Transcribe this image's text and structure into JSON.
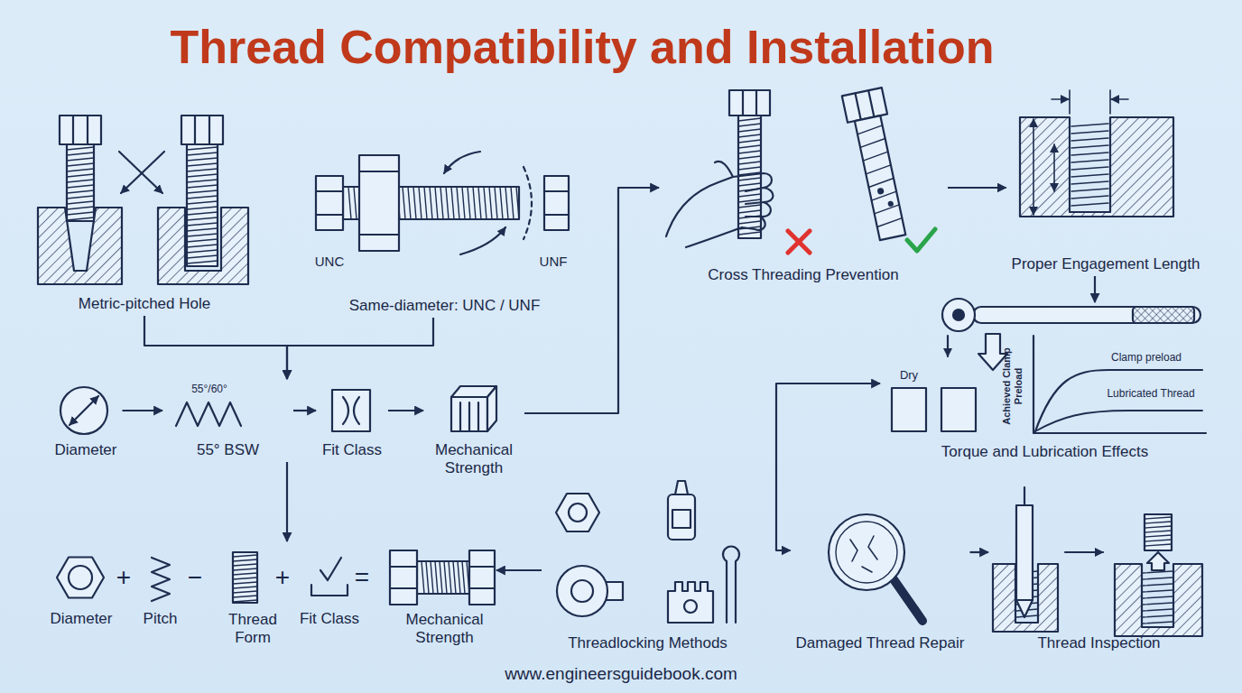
{
  "diagram": {
    "title": "Thread Compatibility and Installation",
    "caption": "www.engineersguidebook.com",
    "nodes": [
      {
        "text": [
          "Metric-pitched Hole"
        ]
      },
      {
        "text": [
          "Same-diameter: UNC / UNF"
        ]
      },
      {
        "text": [
          "Diameter"
        ]
      },
      {
        "text": [
          "55° BSW"
        ]
      },
      {
        "text": [
          "Fit Class"
        ]
      },
      {
        "text": [
          "Mechanical Strength"
        ]
      },
      {
        "text": [
          "Cross Threading Prevention"
        ]
      },
      {
        "text": [
          "Proper Engagement Length"
        ]
      },
      {
        "text": [
          "Torque and Lubrication Effects"
        ]
      },
      {
        "text": [
          "Diameter"
        ]
      },
      {
        "text": [
          "Pitch"
        ]
      },
      {
        "text": [
          "Thread Form"
        ]
      },
      {
        "text": [
          "Fit Class"
        ]
      },
      {
        "text": [
          "Mechanical Strength"
        ]
      },
      {
        "text": [
          "Threadlocking Methods"
        ]
      },
      {
        "text": [
          "Damaged Thread Repair"
        ]
      },
      {
        "text": [
          "Thread Inspection"
        ]
      }
    ],
    "edges": [
      {
        "from": 0,
        "to": 3,
        "arrow": "to"
      },
      {
        "from": 1,
        "to": 3,
        "arrow": "to"
      },
      {
        "from": 2,
        "to": 3,
        "arrow": "to"
      },
      {
        "from": 3,
        "to": 4,
        "arrow": "to"
      },
      {
        "from": 4,
        "to": 5,
        "arrow": "to"
      },
      {
        "from": 5,
        "to": 6,
        "arrow": "to"
      },
      {
        "from": 6,
        "to": 7,
        "arrow": "to"
      },
      {
        "from": 7,
        "to": 8,
        "arrow": "to"
      },
      {
        "from": 3,
        "to": 11,
        "arrow": "to"
      },
      {
        "from": 14,
        "to": 13,
        "arrow": "to"
      },
      {
        "from": 15,
        "to": 8,
        "arrow": "both"
      },
      {
        "from": 15,
        "to": 16,
        "arrow": "to"
      }
    ],
    "labels": [
      "UNC",
      "UNF",
      "55°/60°",
      "+",
      "−",
      "+",
      "=",
      "Dry",
      "Achieved Clamp Preload",
      "Clamp preload",
      "Lubricated Thread"
    ]
  }
}
